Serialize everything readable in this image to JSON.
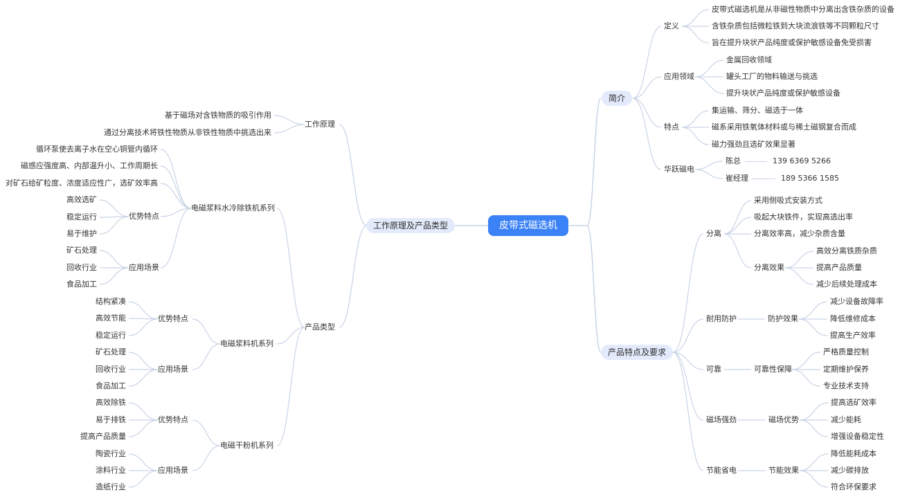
{
  "root": "皮带式磁选机",
  "left_title": "工作原理及产品类型",
  "working": {
    "label": "工作原理",
    "items": [
      "基于磁场对含铁物质的吸引作用",
      "通过分离技术将铁性物质从非铁性物质中挑选出来"
    ]
  },
  "types": {
    "label": "产品类型",
    "wet_cool": {
      "label": "电磁浆料水冷除铁机系列",
      "notes": [
        "循环泵使去离子水在空心铜管内循环",
        "磁感应强度高、内部温升小、工作周期长",
        "对矿石给矿粒度、浓度适应性广，选矿效率高"
      ],
      "adv_label": "优势特点",
      "adv": [
        "高效选矿",
        "稳定运行",
        "易于维护"
      ],
      "app_label": "应用场景",
      "app": [
        "矿石处理",
        "回收行业",
        "食品加工"
      ]
    },
    "slurry": {
      "label": "电磁浆料机系列",
      "adv_label": "优势特点",
      "adv": [
        "结构紧凑",
        "高效节能",
        "稳定运行"
      ],
      "app_label": "应用场景",
      "app": [
        "矿石处理",
        "回收行业",
        "食品加工"
      ]
    },
    "dry": {
      "label": "电磁干粉机系列",
      "adv_label": "优势特点",
      "adv": [
        "高效除铁",
        "易于排铁",
        "提高产品质量"
      ],
      "app_label": "应用场景",
      "app": [
        "陶瓷行业",
        "涂料行业",
        "造纸行业"
      ]
    }
  },
  "intro": {
    "label": "简介",
    "def_label": "定义",
    "def": [
      "皮带式磁选机是从非磁性物质中分离出含铁杂质的设备",
      "含铁杂质包括微粒铁到大块流浪铁等不同颗粒尺寸",
      "旨在提升块状产品纯度或保护敏感设备免受损害"
    ],
    "use_label": "应用领域",
    "use": [
      "金属回收领域",
      "罐头工厂的物料输送与挑选",
      "提升块状产品纯度或保护敏感设备"
    ],
    "feat_label": "特点",
    "feat": [
      "集运输、筛分、磁选于一体",
      "磁系采用铁氧体材料或与稀土磁钢复合而成",
      "磁力强劲且选矿效果显著"
    ],
    "company_label": "华跃磁电",
    "contacts": [
      {
        "name": "陈总",
        "phone": "139 6369 5266"
      },
      {
        "name": "崔经理",
        "phone": "189 5366 1585"
      }
    ]
  },
  "features": {
    "label": "产品特点及要求",
    "sep": {
      "label": "分离",
      "items": [
        "采用侧吸式安装方式",
        "吸起大块铁件，实现高选出率",
        "分离效率高，减少杂质含量"
      ],
      "effect_label": "分离效果",
      "effect": [
        "高效分离铁质杂质",
        "提高产品质量",
        "减少后续处理成本"
      ]
    },
    "durable": {
      "label": "耐用防护",
      "sub": "防护效果",
      "items": [
        "减少设备故障率",
        "降低维修成本",
        "提高生产效率"
      ]
    },
    "reliable": {
      "label": "可靠",
      "sub": "可靠性保障",
      "items": [
        "严格质量控制",
        "定期维护保养",
        "专业技术支持"
      ]
    },
    "magnetic": {
      "label": "磁场强劲",
      "sub": "磁场优势",
      "items": [
        "提高选矿效率",
        "减少能耗",
        "增强设备稳定性"
      ]
    },
    "energy": {
      "label": "节能省电",
      "sub": "节能效果",
      "items": [
        "降低能耗成本",
        "减少碳排放",
        "符合环保要求"
      ]
    }
  }
}
